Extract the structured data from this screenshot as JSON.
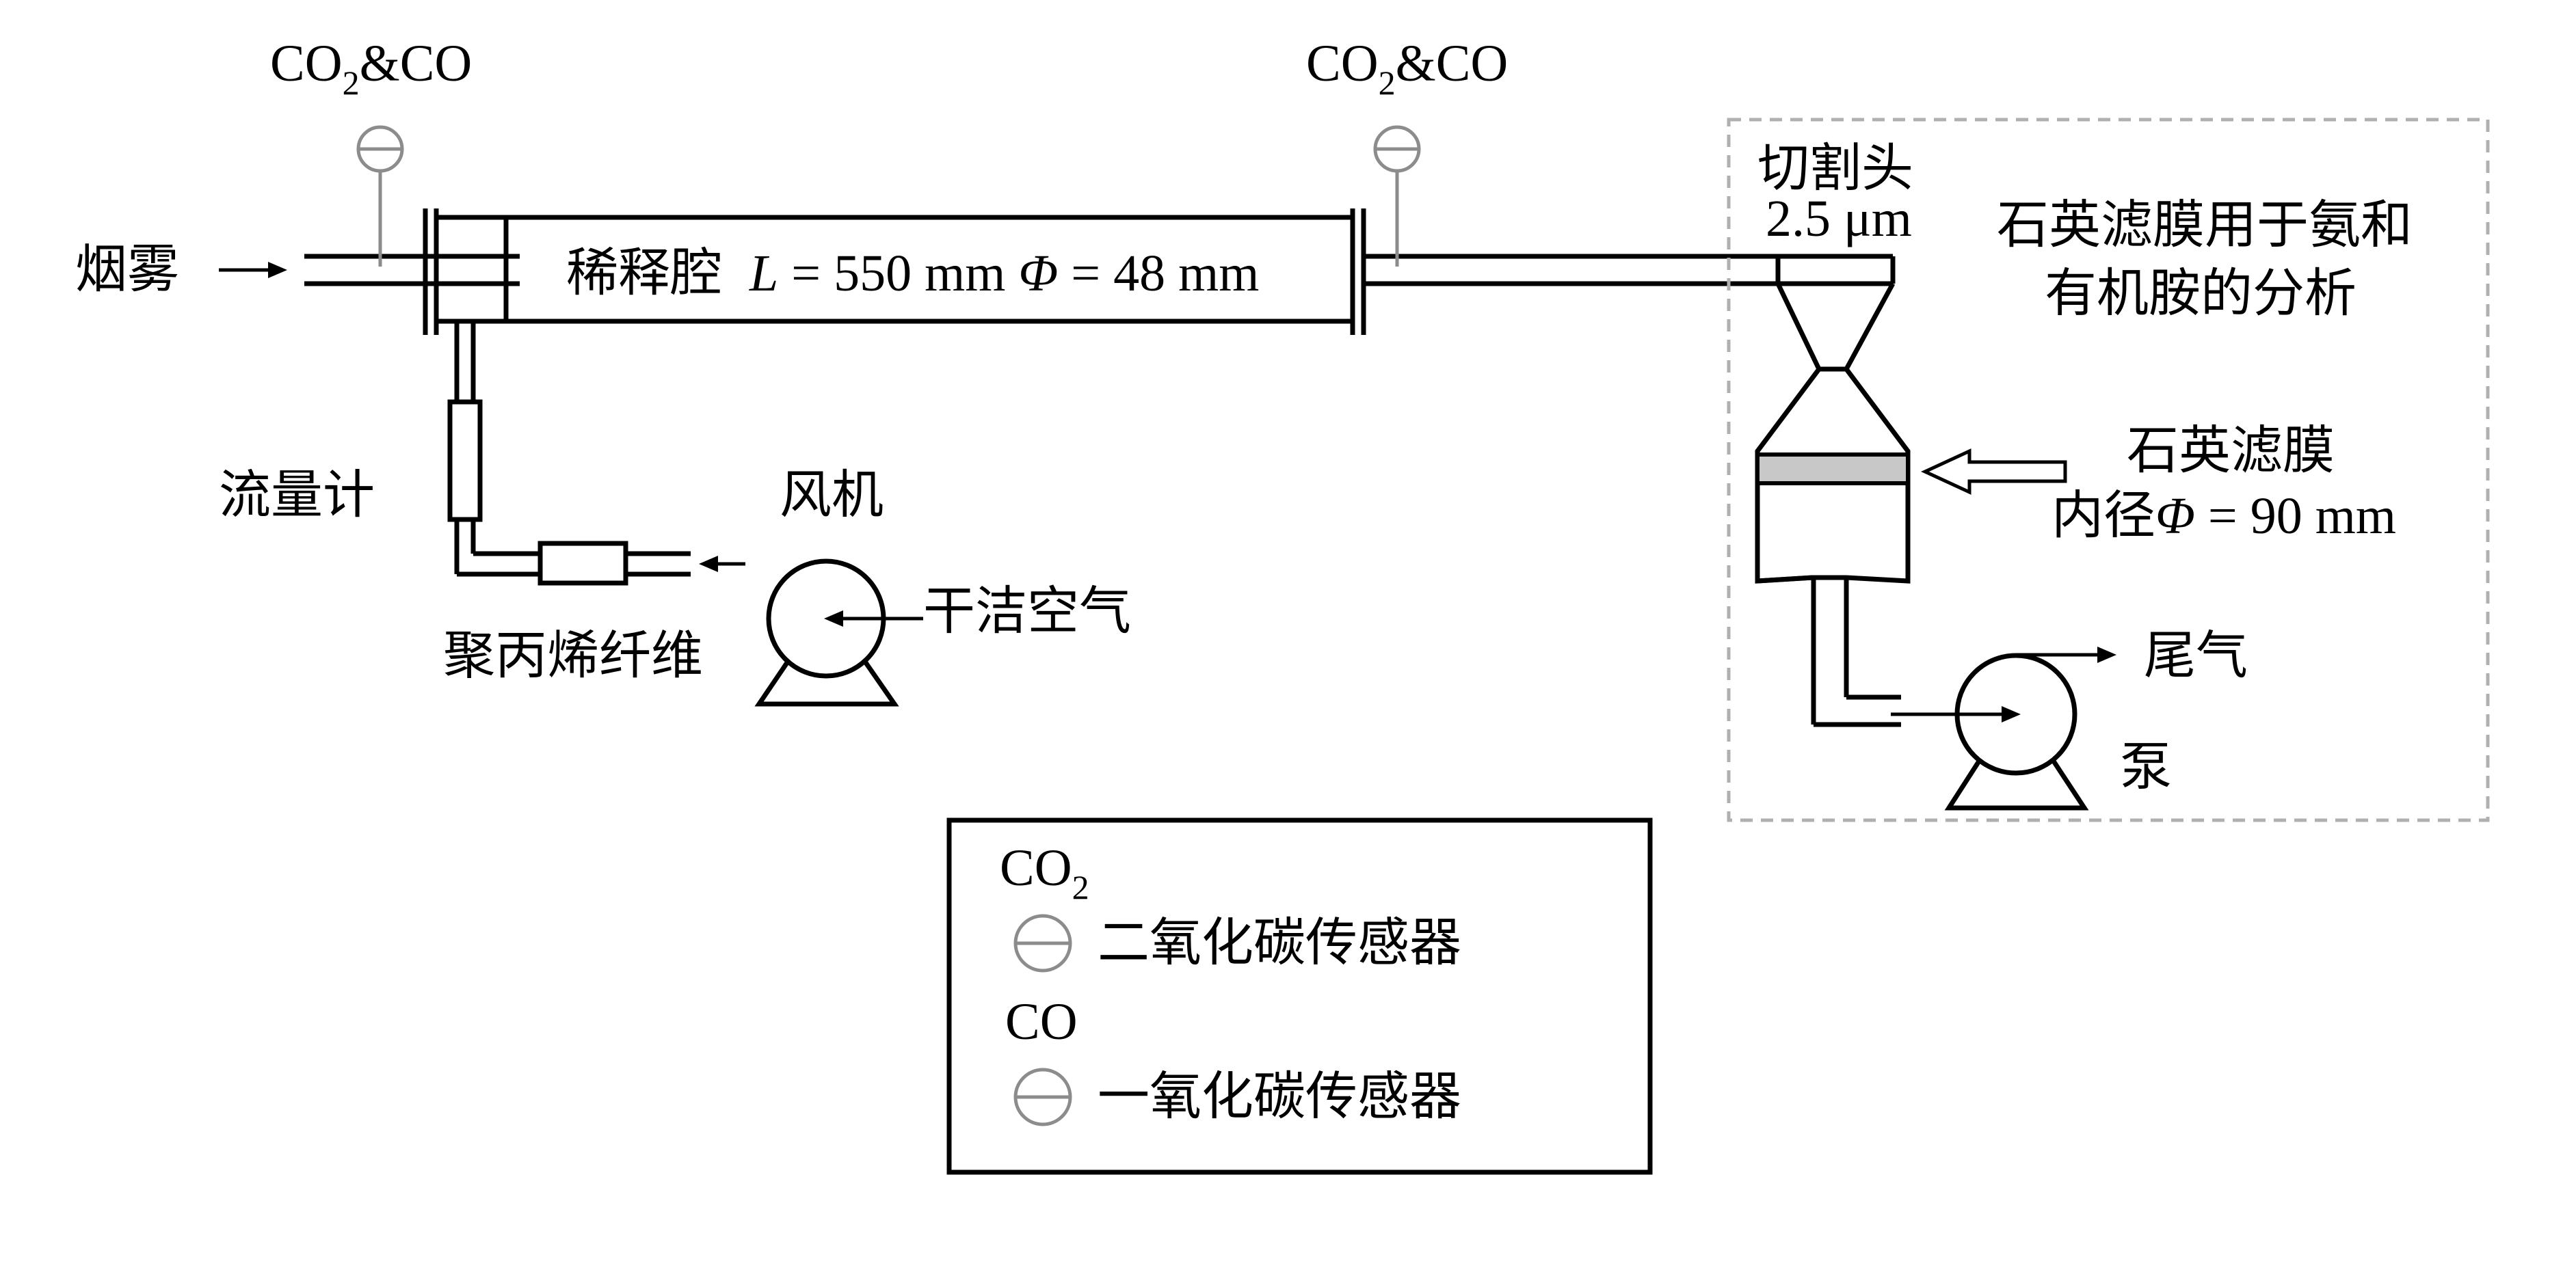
{
  "sensors": {
    "label_co2": "CO",
    "label_sub": "2",
    "label_rest": "&CO"
  },
  "labels": {
    "smoke": "烟雾",
    "chamber_name": "稀释腔",
    "chamber_L": "L",
    "chamber_L_value": " = 550 mm ",
    "chamber_phi": "Φ",
    "chamber_phi_value": " = 48 mm",
    "flowmeter": "流量计",
    "fan": "风机",
    "polypropylene": "聚丙烯纤维",
    "clean_air": "干洁空气",
    "cutter_line1": "切割头",
    "cutter_line2": "2.5 μm",
    "quartz_use_line1": "石英滤膜用于氨和",
    "quartz_use_line2": "有机胺的分析",
    "quartz_filter": "石英滤膜",
    "inner_dia_prefix": "内径",
    "inner_dia_phi": "Φ",
    "inner_dia_value": " = 90 mm",
    "exhaust": "尾气",
    "pump": "泵"
  },
  "legend": {
    "co2_title": "CO",
    "co2_sub": "2",
    "co2_desc": "二氧化碳传感器",
    "co_title": "CO",
    "co_desc": "一氧化碳传感器"
  },
  "colors": {
    "line": "#000000",
    "sensor": "#8c8c8c",
    "filter_fill": "#c8c8c8",
    "dashed_box": "#b0b0b0"
  }
}
